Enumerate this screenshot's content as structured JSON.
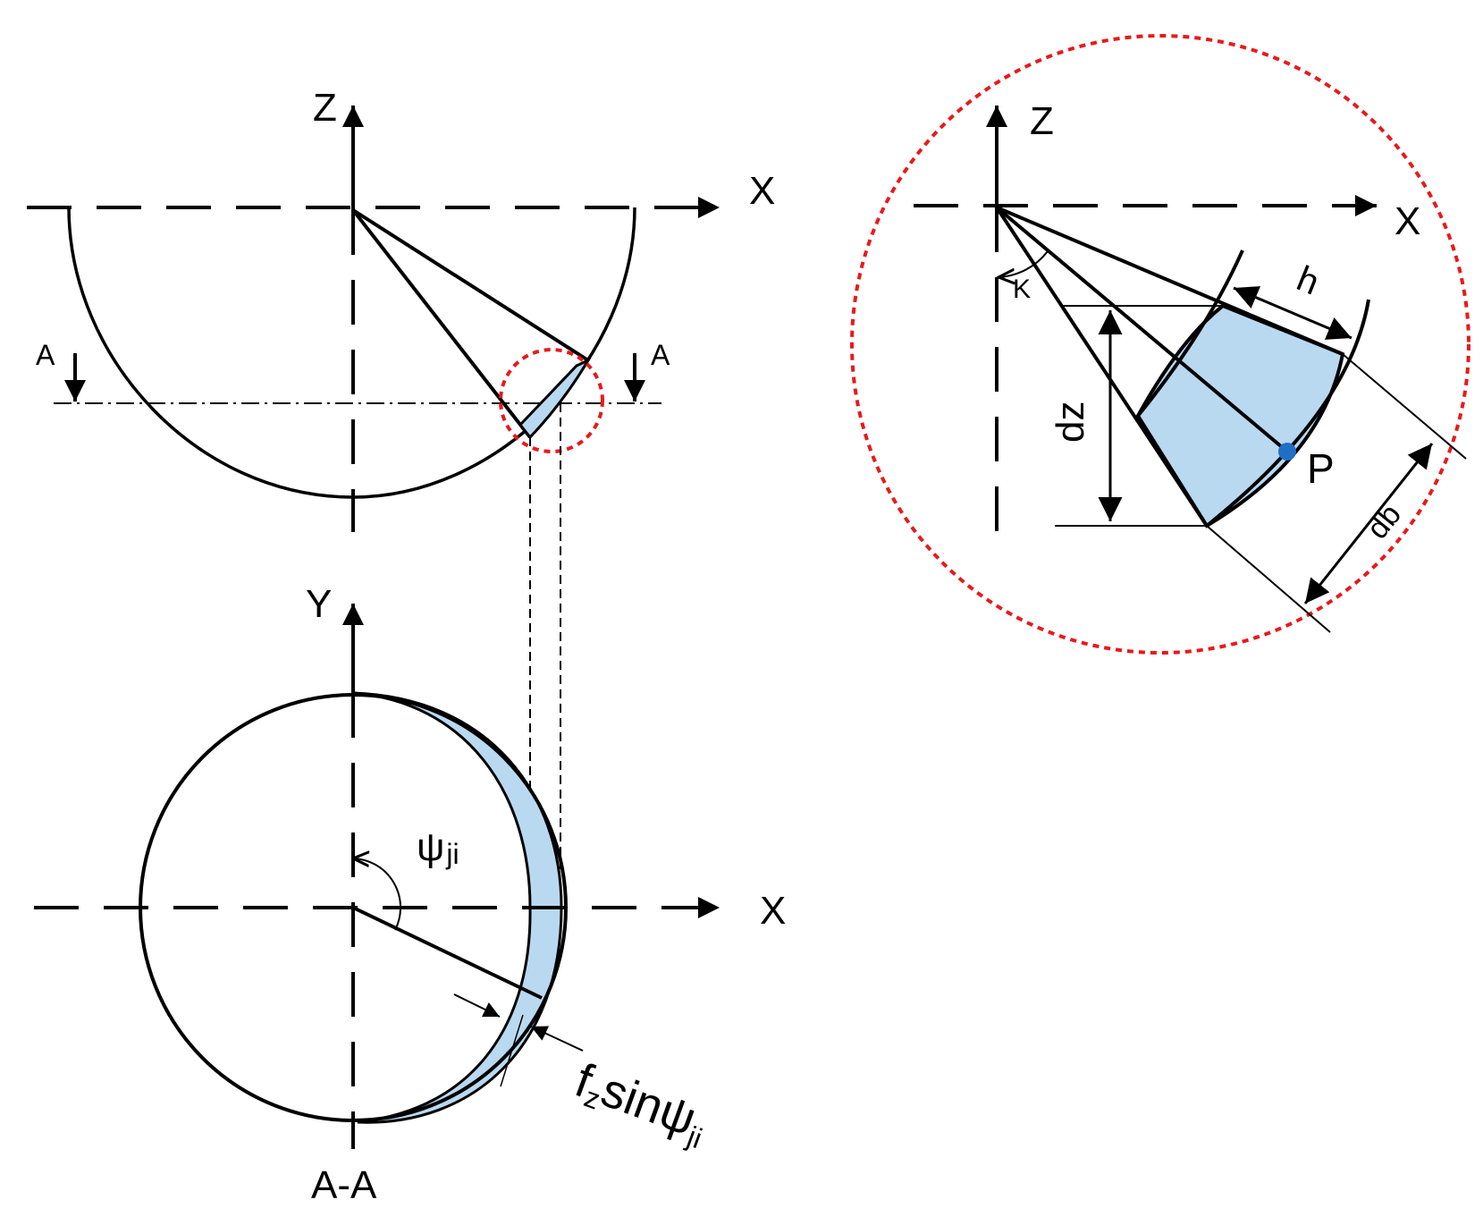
{
  "labels": {
    "top_z": "Z",
    "top_x": "X",
    "section_left": "A",
    "section_right": "A",
    "bottom_y": "Y",
    "bottom_x": "X",
    "psi_main": "ψ",
    "psi_sub": "ji",
    "feed_f": "f",
    "feed_z": "z",
    "feed_sin": "sin",
    "feed_psi": "ψ",
    "feed_ji": "ji",
    "section_caption": "A-A",
    "detail_z": "Z",
    "detail_x": "X",
    "kappa": "K",
    "h": "h",
    "dz": "dz",
    "db": "db",
    "point_p": "P"
  },
  "colors": {
    "ink": "#000000",
    "fill": "#b9d9f0",
    "detail_circle": "#e8191c",
    "point": "#1f6fc5"
  }
}
